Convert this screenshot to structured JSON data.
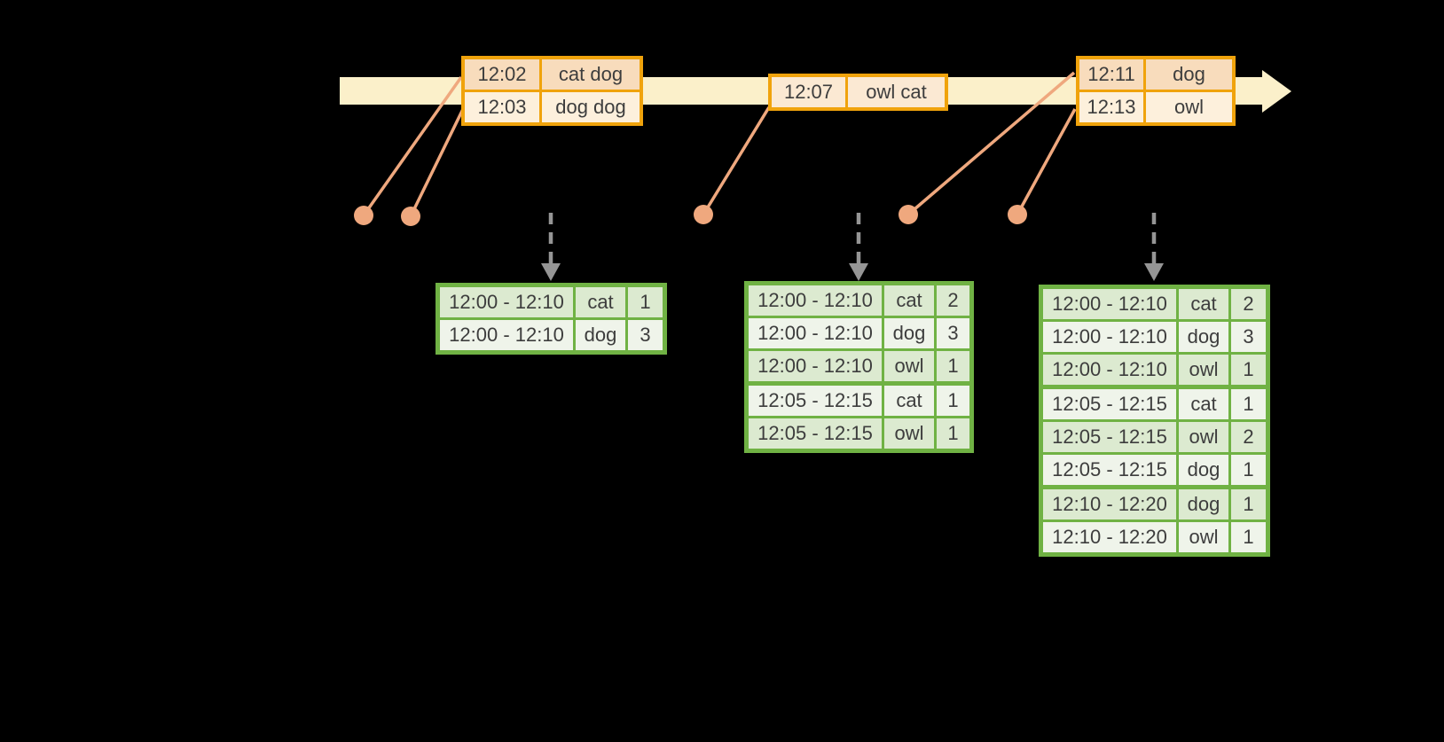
{
  "colors": {
    "background": "#000000",
    "timeline_band": "#fbf0ca",
    "event_border": "#f0a30c",
    "event_row_emphasis": "#f8dcbc",
    "event_row_plain": "#fdf0dc",
    "event_row_single": "#fbe9d3",
    "result_border": "#70b244",
    "result_row_dark": "#dcead0",
    "result_row_light": "#eff4ea",
    "marker": "#efa87e",
    "trigger_arrow": "#959595",
    "text": "#3d3d3d"
  },
  "icons": {
    "timeline_arrowhead": "right-pointing solid arrowhead on timeline",
    "event_marker": "solid orange circle dot with leader line",
    "trigger_arrow": "gray dashed downward arrow"
  },
  "event_tables": [
    {
      "rows": [
        {
          "time": "12:02",
          "words": "cat dog",
          "shade": "emphasis"
        },
        {
          "time": "12:03",
          "words": "dog dog",
          "shade": "plain"
        }
      ]
    },
    {
      "rows": [
        {
          "time": "12:07",
          "words": "owl cat",
          "shade": "single"
        }
      ]
    },
    {
      "rows": [
        {
          "time": "12:11",
          "words": "dog",
          "shade": "emphasis"
        },
        {
          "time": "12:13",
          "words": "owl",
          "shade": "plain"
        }
      ]
    }
  ],
  "result_tables": [
    {
      "groups": [
        {
          "rows": [
            [
              "12:00 - 12:10",
              "cat",
              "1"
            ],
            [
              "12:00 - 12:10",
              "dog",
              "3"
            ]
          ]
        }
      ]
    },
    {
      "groups": [
        {
          "rows": [
            [
              "12:00 - 12:10",
              "cat",
              "2"
            ],
            [
              "12:00 - 12:10",
              "dog",
              "3"
            ],
            [
              "12:00 - 12:10",
              "owl",
              "1"
            ]
          ]
        },
        {
          "rows": [
            [
              "12:05 - 12:15",
              "cat",
              "1"
            ],
            [
              "12:05 - 12:15",
              "owl",
              "1"
            ]
          ]
        }
      ]
    },
    {
      "groups": [
        {
          "rows": [
            [
              "12:00 - 12:10",
              "cat",
              "2"
            ],
            [
              "12:00 - 12:10",
              "dog",
              "3"
            ],
            [
              "12:00 - 12:10",
              "owl",
              "1"
            ]
          ]
        },
        {
          "rows": [
            [
              "12:05 - 12:15",
              "cat",
              "1"
            ],
            [
              "12:05 - 12:15",
              "owl",
              "2"
            ],
            [
              "12:05 - 12:15",
              "dog",
              "1"
            ]
          ]
        },
        {
          "rows": [
            [
              "12:10 - 12:20",
              "dog",
              "1"
            ],
            [
              "12:10 - 12:20",
              "owl",
              "1"
            ]
          ]
        }
      ]
    }
  ]
}
